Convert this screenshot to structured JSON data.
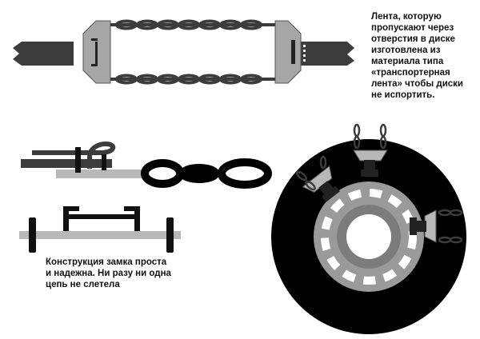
{
  "captions": {
    "strap_note": {
      "lines": [
        "Лента, которую",
        "пропускают через",
        "отверстия в диске",
        "изготовлена из",
        "материала типа",
        "«транспортерная",
        "лента» чтобы диски",
        "не испортить."
      ]
    },
    "lock_note": {
      "lines": [
        "Конструкция замка проста",
        "и надежна. Ни разу ни одна",
        "цепь не слетела"
      ]
    }
  },
  "colors": {
    "dark": "#3c3c3c",
    "mid_gray": "#a6a6a6",
    "light_gray": "#b8b8b8",
    "tire": "#000000",
    "rim": "#9a9a9a",
    "rim_inner": "#7c7c7c",
    "white": "#ffffff"
  }
}
